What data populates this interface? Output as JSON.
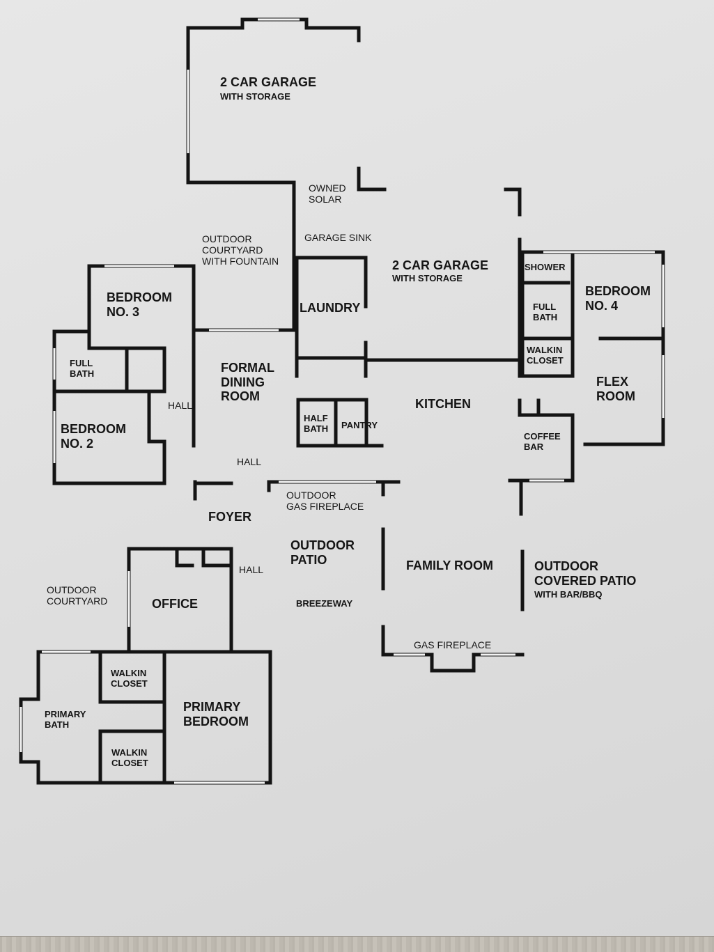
{
  "rooms": {
    "garage_top": "2 CAR GARAGE",
    "garage_top_sub": "WITH STORAGE",
    "owned_solar": "OWNED\nSOLAR",
    "outdoor_courtyard_fountain": "OUTDOOR\nCOURTYARD\nWITH FOUNTAIN",
    "garage_sink": "GARAGE SINK",
    "garage_mid": "2 CAR GARAGE",
    "garage_mid_sub": "WITH STORAGE",
    "shower": "SHOWER",
    "bedroom4": "BEDROOM\nNO. 4",
    "full_bath_right": "FULL\nBATH",
    "walkin_closet_right": "WALKIN\nCLOSET",
    "flex_room": "FLEX\nROOM",
    "bedroom3": "BEDROOM\nNO. 3",
    "laundry": "LAUNDRY",
    "full_bath_left": "FULL\nBATH",
    "formal_dining": "FORMAL\nDINING\nROOM",
    "hall_left": "HALL",
    "bedroom2": "BEDROOM\nNO. 2",
    "half_bath": "HALF\nBATH",
    "pantry": "PANTRY",
    "kitchen": "KITCHEN",
    "coffee_bar": "COFFEE\nBAR",
    "hall_center": "HALL",
    "outdoor_gas_fireplace": "OUTDOOR\nGAS FIREPLACE",
    "foyer": "FOYER",
    "outdoor_patio": "OUTDOOR\nPATIO",
    "hall_lower": "HALL",
    "family_room": "FAMILY ROOM",
    "outdoor_covered_patio": "OUTDOOR\nCOVERED PATIO",
    "outdoor_covered_patio_sub": "WITH BAR/BBQ",
    "outdoor_courtyard": "OUTDOOR\nCOURTYARD",
    "office": "OFFICE",
    "breezeway": "BREEZEWAY",
    "gas_fireplace": "GAS FIREPLACE",
    "walkin_closet_1": "WALKIN\nCLOSET",
    "primary_bath": "PRIMARY\nBATH",
    "primary_bedroom": "PRIMARY\nBEDROOM",
    "walkin_closet_2": "WALKIN\nCLOSET"
  },
  "colors": {
    "wall": "#141414",
    "paper": "#e4e4e4"
  }
}
